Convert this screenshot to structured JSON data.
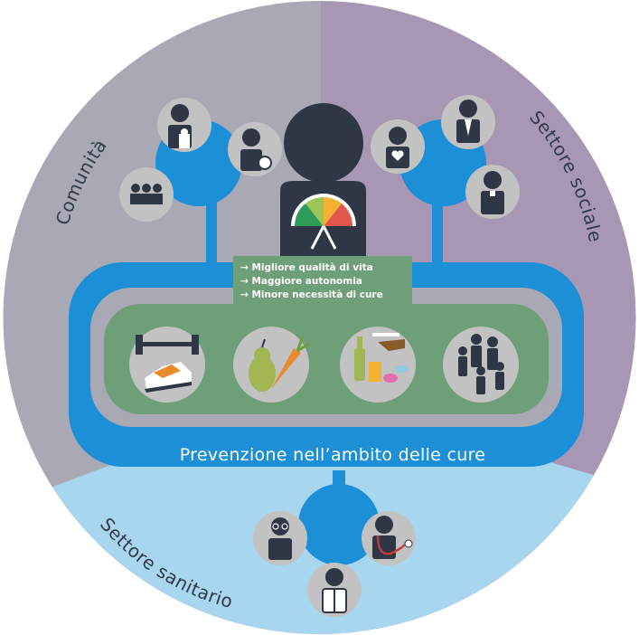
{
  "sectors": {
    "community": "Comunità",
    "social": "Settore sociale",
    "health": "Settore sanitario"
  },
  "outcomes": [
    "→ Migliore qualità di vita",
    "→ Maggiore autonomia",
    "→ Minore necessità di cure"
  ],
  "main_label": "Prevenzione nell’ambito delle cure",
  "prevention_areas": [
    {
      "icon": "dumbbell-sneaker-icon",
      "meaning": "physical-activity"
    },
    {
      "icon": "pear-carrot-icon",
      "meaning": "nutrition"
    },
    {
      "icon": "alcohol-tobacco-pills-icon",
      "meaning": "addiction"
    },
    {
      "icon": "people-group-icon",
      "meaning": "social-participation"
    }
  ],
  "actors": {
    "community": [
      "parent-with-child-icon",
      "person-with-ball-icon",
      "group-of-people-icon"
    ],
    "social": [
      "person-with-heart-icon",
      "person-in-suit-icon",
      "priest-icon"
    ],
    "health": [
      "person-with-glasses-icon",
      "doctor-with-stethoscope-icon",
      "person-in-white-coat-icon"
    ]
  },
  "colors": {
    "community_bg": "#a9a9b5",
    "social_bg": "#a897b4",
    "health_bg": "#a9d6ef",
    "flow_blue": "#1d8fd6",
    "inner_green": "#6f9f79",
    "icon_dark": "#2f3645",
    "icon_circle": "#c2c2c2"
  }
}
